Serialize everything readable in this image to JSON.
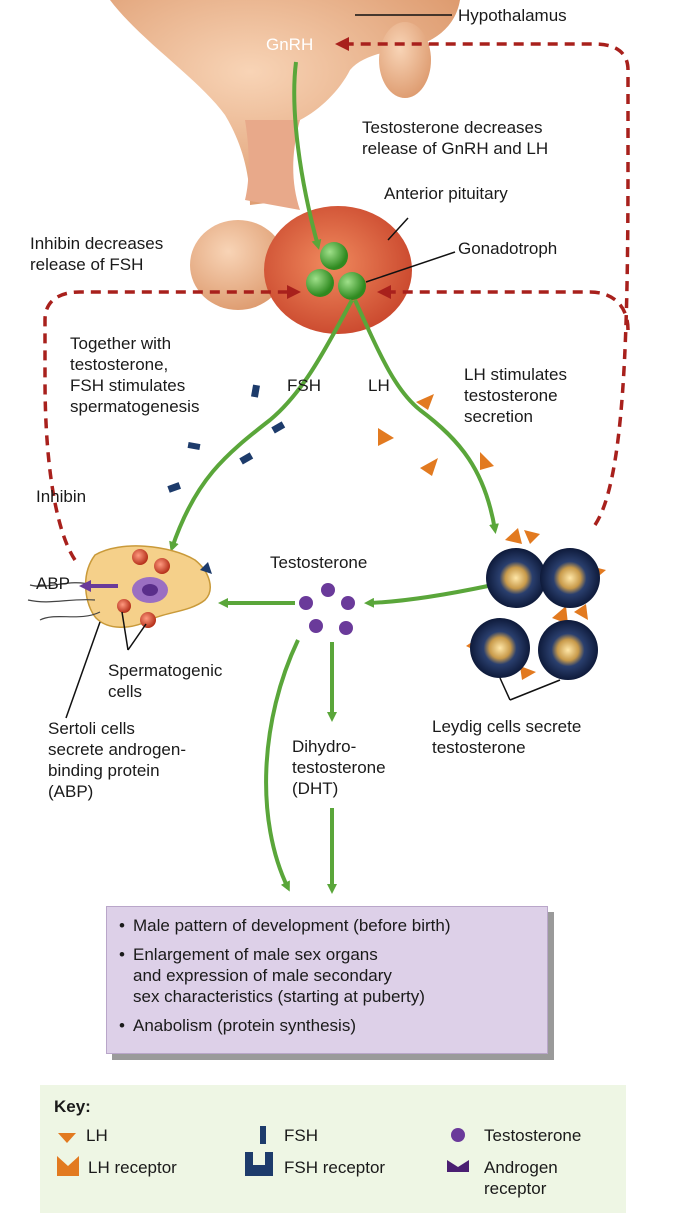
{
  "labels": {
    "hypothalamus": "Hypothalamus",
    "gnrh": "GnRH",
    "testosterone_feedback": "Testosterone decreases\nrelease of GnRH and LH",
    "anterior_pituitary": "Anterior pituitary",
    "gonadotroph": "Gonadotroph",
    "inhibin_feedback": "Inhibin decreases\nrelease of FSH",
    "fsh_action": "Together with\ntestosterone,\nFSH stimulates\nspermatogenesis",
    "fsh": "FSH",
    "lh": "LH",
    "lh_action": "LH stimulates\ntestosterone\nsecretion",
    "inhibin": "Inhibin",
    "abp": "ABP",
    "testosterone": "Testosterone",
    "spermatogenic_cells": "Spermatogenic\ncells",
    "sertoli_cells": "Sertoli cells\nsecrete androgen-\nbinding protein\n(ABP)",
    "dht": "Dihydro-\ntestosterone\n(DHT)",
    "leydig_cells": "Leydig cells secrete\ntestosterone"
  },
  "outcomes": [
    "Male pattern of development (before birth)",
    "Enlargement of male sex organs\nand expression of male secondary\nsex characteristics (starting at puberty)",
    "Anabolism (protein synthesis)"
  ],
  "key": {
    "title": "Key:",
    "lh": "LH",
    "lh_receptor": "LH receptor",
    "fsh": "FSH",
    "fsh_receptor": "FSH receptor",
    "testosterone": "Testosterone",
    "androgen_receptor": "Androgen\nreceptor"
  },
  "colors": {
    "arrow_green": "#5aa63a",
    "feedback_red": "#a8201c",
    "gland_red": "#d9573a",
    "brain_tan": "#e3a57d",
    "cell_green": "#3f9a2e",
    "fsh_navy": "#1d3b6b",
    "lh_orange": "#e27a20",
    "testosterone_purple": "#6a3a9a",
    "outcome_box": "#ddd0e8",
    "key_box": "#eef6e4"
  }
}
